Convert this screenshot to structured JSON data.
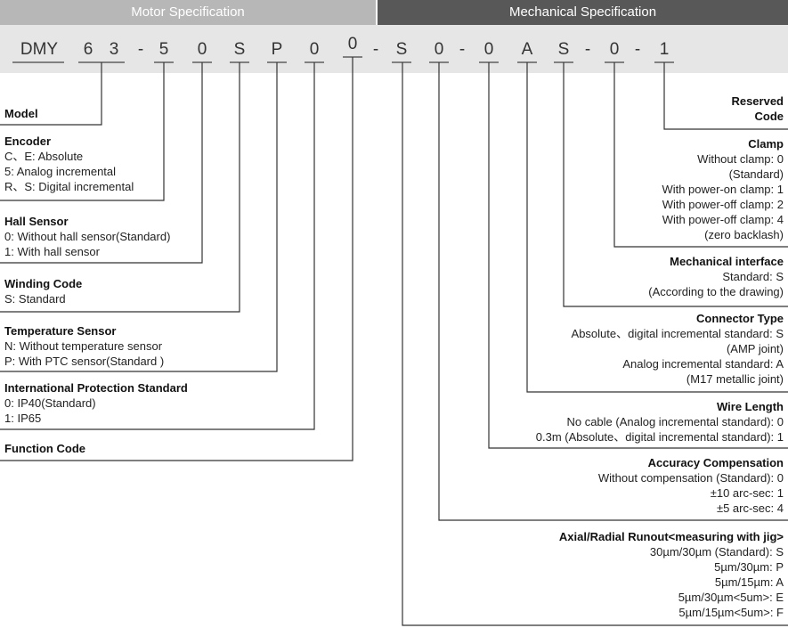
{
  "header": {
    "motor_label": "Motor Specification",
    "mechanical_label": "Mechanical Specification"
  },
  "code": {
    "segments": [
      "DMY",
      "6",
      "3",
      "-",
      "5",
      "0",
      "S",
      "P",
      "0",
      "0",
      "-",
      "S",
      "0",
      "-",
      "0",
      "A",
      "S",
      "-",
      "0",
      "-",
      "1"
    ]
  },
  "left_fields": [
    {
      "title": "Model",
      "options": []
    },
    {
      "title": "Encoder",
      "options": [
        "C、E: Absolute",
        "5: Analog incremental",
        "R、S: Digital incremental"
      ]
    },
    {
      "title": "Hall Sensor",
      "options": [
        "0: Without hall sensor(Standard)",
        "1: With hall sensor"
      ]
    },
    {
      "title": "Winding Code",
      "options": [
        "S: Standard"
      ]
    },
    {
      "title": "Temperature Sensor",
      "options": [
        "N: Without temperature sensor",
        "P: With PTC sensor(Standard )"
      ]
    },
    {
      "title": "International Protection Standard",
      "options": [
        "0: IP40(Standard)",
        "1: IP65"
      ]
    },
    {
      "title": "Function Code",
      "options": []
    }
  ],
  "right_fields": [
    {
      "title": "Reserved Code",
      "options": []
    },
    {
      "title": "Clamp",
      "options": [
        "Without clamp: 0",
        "(Standard)",
        "With power-on clamp: 1",
        "With power-off clamp: 2",
        "With power-off clamp: 4",
        "(zero backlash)"
      ]
    },
    {
      "title": "Mechanical interface",
      "options": [
        "Standard: S",
        "(According to the drawing)"
      ]
    },
    {
      "title": "Connector Type",
      "options": [
        "Absolute、digital incremental standard: S",
        "(AMP joint)",
        "Analog incremental standard: A",
        "(M17 metallic joint)"
      ]
    },
    {
      "title": "Wire Length",
      "options": [
        "No cable (Analog incremental standard): 0",
        "0.3m (Absolute、digital incremental standard): 1"
      ]
    },
    {
      "title": "Accuracy Compensation",
      "options": [
        "Without compensation (Standard): 0",
        "±10 arc-sec: 1",
        "±5 arc-sec: 4"
      ]
    },
    {
      "title": "Axial/Radial Runout<measuring with jig>",
      "options": [
        "30µm/30µm (Standard): S",
        "5µm/30µm: P",
        "5µm/15µm: A",
        "5µm/30µm<5um>: E",
        "5µm/15µm<5um>: F"
      ]
    }
  ]
}
